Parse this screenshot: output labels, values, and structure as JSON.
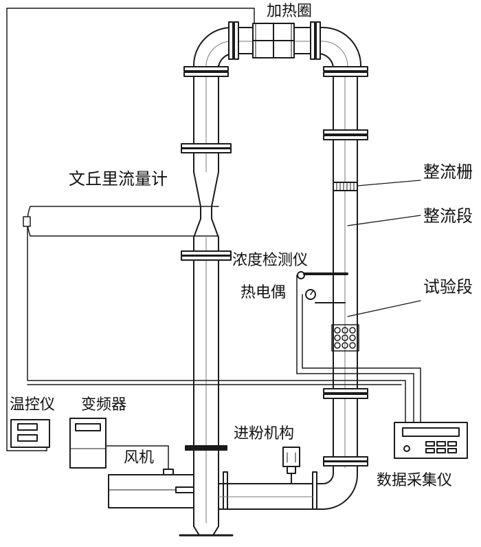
{
  "labels": {
    "heater": "加热圈",
    "venturi": "文丘里流量计",
    "straightener": "整流栅",
    "rectifier_section": "整流段",
    "concentration_detector": "浓度检测仪",
    "thermocouple": "热电偶",
    "test_section": "试验段",
    "temp_controller": "温控仪",
    "inverter": "变频器",
    "fan": "风机",
    "powder_feeder": "进粉机构",
    "data_acquisition": "数据采集仪"
  }
}
